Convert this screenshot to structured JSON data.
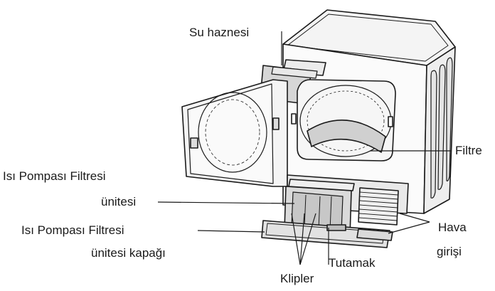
{
  "labels": {
    "water_tank": "Su haznesi",
    "filter": "Filtre",
    "hp_filter_unit_line1": "Isı Pompası Filtresi",
    "hp_filter_unit_line2": "ünitesi",
    "hp_filter_cover_line1": "Isı Pompası Filtresi",
    "hp_filter_cover_line2": "ünitesi kapağı",
    "air_inlet_line1": "Hava",
    "air_inlet_line2": "girişi",
    "handle": "Tutamak",
    "clips": "Klipler"
  },
  "colors": {
    "line": "#1a1a1a",
    "panel": "#f2f2f2",
    "shade": "#cfcfcf"
  }
}
